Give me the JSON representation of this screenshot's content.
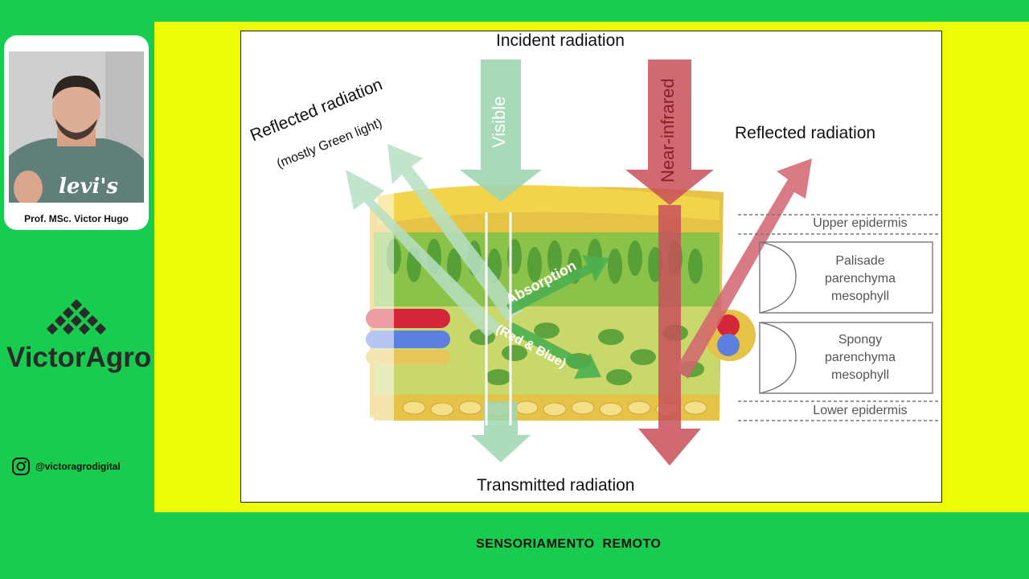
{
  "presenter": {
    "name": "Prof. MSc. Victor Hugo",
    "shirt_text": "levi's"
  },
  "brand": {
    "name": "VictorAgro",
    "logo_icon": "diamond-grid-icon"
  },
  "social": {
    "icon": "instagram-icon",
    "handle": "@victoragrodigital"
  },
  "slide": {
    "incident": "Incident radiation",
    "visible": "Visible",
    "near_infrared": "Near-infrared",
    "reflected_left_line1": "Reflected radiation",
    "reflected_left_line2": "(mostly Green light)",
    "reflected_right": "Reflected radiation",
    "absorption": "Absorption",
    "absorption_sub": "(Red & Blue)",
    "transmitted": "Transmitted radiation",
    "layers": {
      "upper_epidermis": "Upper epidermis",
      "palisade_1": "Palisade",
      "palisade_2": "parenchyma",
      "palisade_3": "mesophyll",
      "spongy_1": "Spongy",
      "spongy_2": "parenchyma",
      "spongy_3": "mesophyll",
      "lower_epidermis": "Lower epidermis"
    }
  },
  "footer": {
    "title": "SENSORIAMENTO  REMOTO"
  },
  "colors": {
    "background": "#17cc4f",
    "stage": "#ecfb07",
    "visible_arrow": "#9fd6b2",
    "nir_arrow": "#c8505a"
  }
}
